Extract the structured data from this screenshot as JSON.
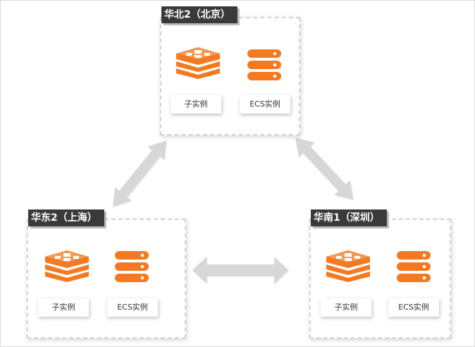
{
  "regions": [
    {
      "name": "华北2（北京）",
      "sub_instance": "子实例",
      "ecs_instance": "ECS实例"
    },
    {
      "name": "华东2（上海）",
      "sub_instance": "子实例",
      "ecs_instance": "ECS实例"
    },
    {
      "name": "华南1（深圳）",
      "sub_instance": "子实例",
      "ecs_instance": "ECS实例"
    }
  ],
  "colors": {
    "accent": "#f47920",
    "label_bg": "#3a3a3a",
    "arrow": "#d7d7d7",
    "dashed_border": "#d4d4d4"
  },
  "icons": {
    "sub_instance": "redis-stack-icon",
    "ecs_instance": "server-rack-icon"
  }
}
